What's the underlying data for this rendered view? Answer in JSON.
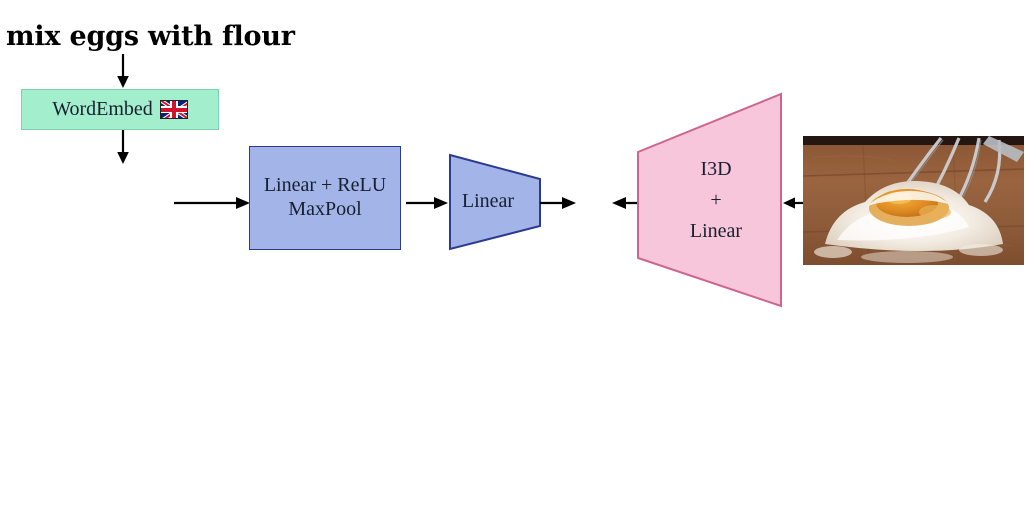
{
  "diagram": {
    "title_caption": "mix eggs with flour",
    "nodes": {
      "word_embed": {
        "label": "WordEmbed",
        "icon": "uk-flag-icon",
        "fill": "#a3eecd",
        "stroke": "#7ad3b0",
        "shape": "rectangle"
      },
      "linear_relu_maxpool": {
        "label": "Linear + ReLU\nMaxPool",
        "fill": "#a3b4e9",
        "stroke": "#2b3b8f",
        "shape": "rectangle"
      },
      "linear": {
        "label": "Linear",
        "fill": "#a3b4e9",
        "stroke": "#2b3b8f",
        "shape": "trapezoid-right"
      },
      "i3d_linear": {
        "line1": "I3D",
        "line2": "+",
        "line3": "Linear",
        "fill": "#f8c6da",
        "stroke": "#cc6690",
        "shape": "trapezoid-left"
      },
      "video_frame": {
        "alt": "cooking video frame: eggs cracked into a mound of flour on a wooden board with a whisk",
        "icon": "video-thumbnail"
      }
    },
    "edges": [
      {
        "name": "caption-to-wordembed",
        "direction": "down"
      },
      {
        "name": "wordembed-to-text-stream",
        "direction": "down"
      },
      {
        "name": "text-stream-to-linear-relu",
        "direction": "right"
      },
      {
        "name": "linear-relu-to-linear",
        "direction": "right"
      },
      {
        "name": "linear-to-join",
        "direction": "right"
      },
      {
        "name": "i3d-to-join",
        "direction": "left"
      },
      {
        "name": "video-to-i3d",
        "direction": "left"
      }
    ],
    "colors": {
      "text": "#16202e",
      "caption": "#000000",
      "arrow": "#000000",
      "green_fill": "#a3eecd",
      "blue_fill": "#a3b4e9",
      "blue_stroke": "#2b3b8f",
      "pink_fill": "#f8c6da",
      "pink_stroke": "#cc6690",
      "background": "#ffffff"
    }
  }
}
